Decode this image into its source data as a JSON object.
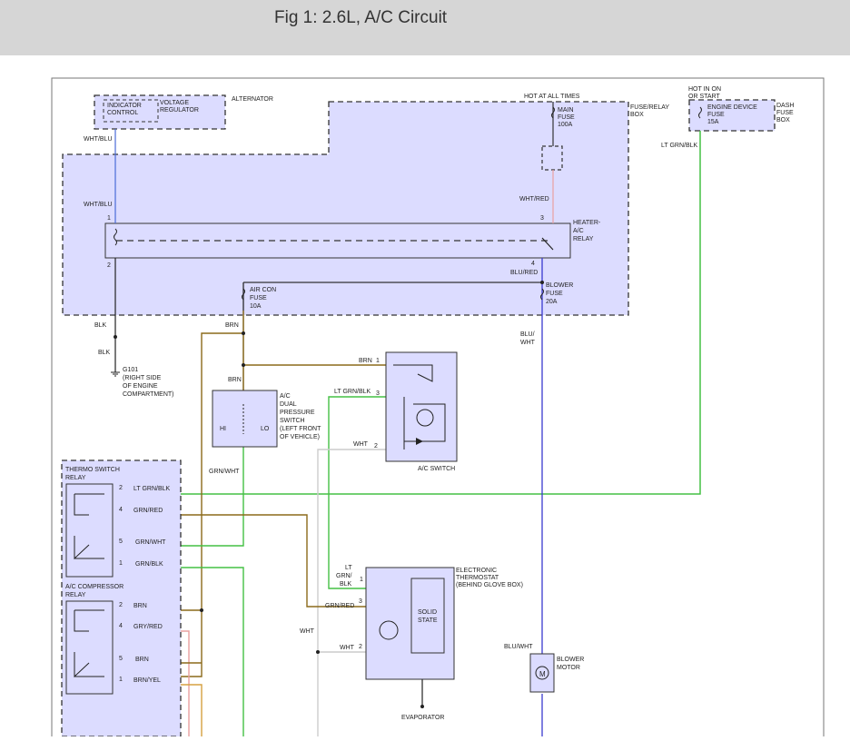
{
  "header": {
    "title": "Fig 1: 2.6L, A/C Circuit"
  },
  "colors": {
    "box_fill": "#dcdcff",
    "frame": "#555555",
    "wire_blue": "#4a6bd8",
    "wire_pink": "#e8a0a0",
    "wire_green": "#44c044",
    "wire_brown": "#8b6a1a",
    "wire_black": "#222222",
    "wire_navy": "#3a3ad0",
    "wire_gray": "#bbbbbb",
    "wire_orange": "#d6a040"
  },
  "labels": {
    "indicator_control": [
      "INDICATOR",
      "CONTROL"
    ],
    "voltage_regulator": [
      "VOLTAGE",
      "REGULATOR"
    ],
    "alternator": "ALTERNATOR",
    "hot_at_all_times": "HOT AT ALL TIMES",
    "fuse_relay_box": [
      "FUSE/RELAY",
      "BOX"
    ],
    "hot_in_on": [
      "HOT IN ON",
      "OR START"
    ],
    "engine_device_fuse": [
      "ENGINE DEVICE",
      "FUSE",
      "15A"
    ],
    "dash_fuse_box": [
      "DASH",
      "FUSE",
      "BOX"
    ],
    "main_fuse": [
      "MAIN",
      "FUSE",
      "100A"
    ],
    "wht_blu_1": "WHT/BLU",
    "wht_blu_2": "WHT/BLU",
    "lt_grn_blk_top": "LT GRN/BLK",
    "wht_red": "WHT/RED",
    "heater_ac_relay": [
      "HEATER-",
      "A/C",
      "RELAY"
    ],
    "blu_red": "BLU/RED",
    "air_con_fuse": [
      "AIR CON",
      "FUSE",
      "10A"
    ],
    "blower_fuse": [
      "BLOWER",
      "FUSE",
      "20A"
    ],
    "blk_1": "BLK",
    "blk_2": "BLK",
    "brn_1": "BRN",
    "g101": [
      "G101",
      "(RIGHT SIDE",
      "OF ENGINE",
      "COMPARTMENT)"
    ],
    "blu_wht_1": [
      "BLU/",
      "WHT"
    ],
    "brn_2": "BRN",
    "brn_3": "BRN",
    "ac_dual_pressure": [
      "A/C",
      "DUAL",
      "PRESSURE",
      "SWITCH",
      "(LEFT FRONT",
      "OF VEHICLE)"
    ],
    "hi": "HI",
    "lo": "LO",
    "lt_grn_blk_sw": "LT GRN/BLK",
    "wht_sw": "WHT",
    "ac_switch": "A/C SWITCH",
    "grn_wht_1": "GRN/WHT",
    "thermo_switch_relay": [
      "THERMO SWITCH",
      "RELAY"
    ],
    "lt_grn_blk_tr": "LT GRN/BLK",
    "grn_red_tr": "GRN/RED",
    "grn_wht_tr": "GRN/WHT",
    "grn_blk_tr": "GRN/BLK",
    "ac_compressor_relay": [
      "A/C COMPRESSOR",
      "RELAY"
    ],
    "brn_cr2": "BRN",
    "gry_red_cr": "GRY/RED",
    "brn_cr5": "BRN",
    "brn_yel_cr": "BRN/YEL",
    "lt_grn_blk_et": [
      "LT",
      "GRN/",
      "BLK"
    ],
    "grn_red_et": "GRN/RED",
    "wht_et_left": "WHT",
    "wht_et": "WHT",
    "electronic_thermostat": [
      "ELECTRONIC",
      "THERMOSTAT",
      "(BEHIND GLOVE BOX)"
    ],
    "solid_state": [
      "SOLID",
      "STATE"
    ],
    "evaporator": "EVAPORATOR",
    "blu_wht_2": "BLU/WHT",
    "blower_motor": [
      "BLOWER",
      "MOTOR"
    ],
    "m": "M",
    "pins": {
      "p1": "1",
      "p2": "2",
      "p3": "3",
      "p4": "4",
      "p5": "5"
    }
  }
}
